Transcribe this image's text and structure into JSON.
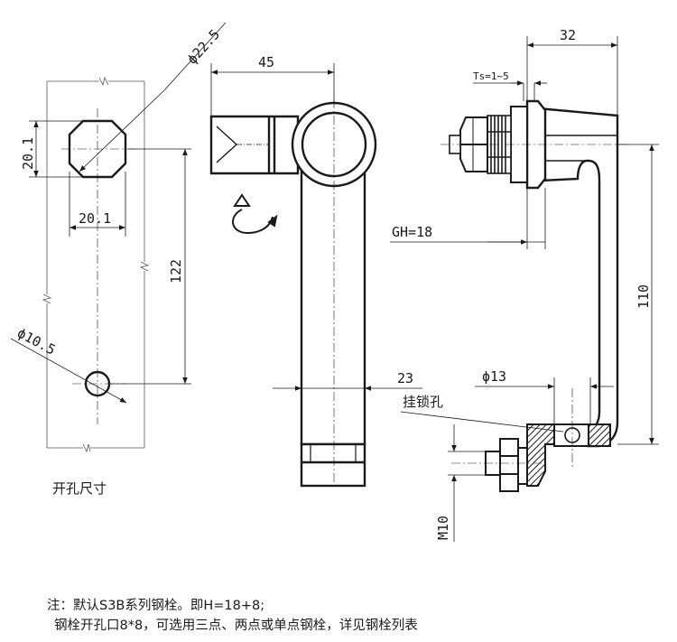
{
  "cutout_view": {
    "dims": {
      "dia_22_5": "ϕ22.5",
      "h_20_1": "20.1",
      "w_20_1": "20.1",
      "d_122": "122",
      "dia_10_5": "ϕ10.5"
    },
    "caption": "开孔尺寸"
  },
  "front_view": {
    "dims": {
      "d_45": "45",
      "d_23": "23"
    }
  },
  "side_view": {
    "dims": {
      "d_32": "32",
      "ts": "Ts=1~5",
      "gh": "GH=18",
      "d_110": "110",
      "dia_13": "ϕ13",
      "m10": "M10"
    },
    "lock_hole_label": "挂锁孔"
  },
  "notes": {
    "line1": "注：默认S3B系列钢栓。即H=18+8;",
    "line2": "钢栓开孔口8*8，可选用三点、两点或单点钢栓，详见钢栓列表"
  }
}
